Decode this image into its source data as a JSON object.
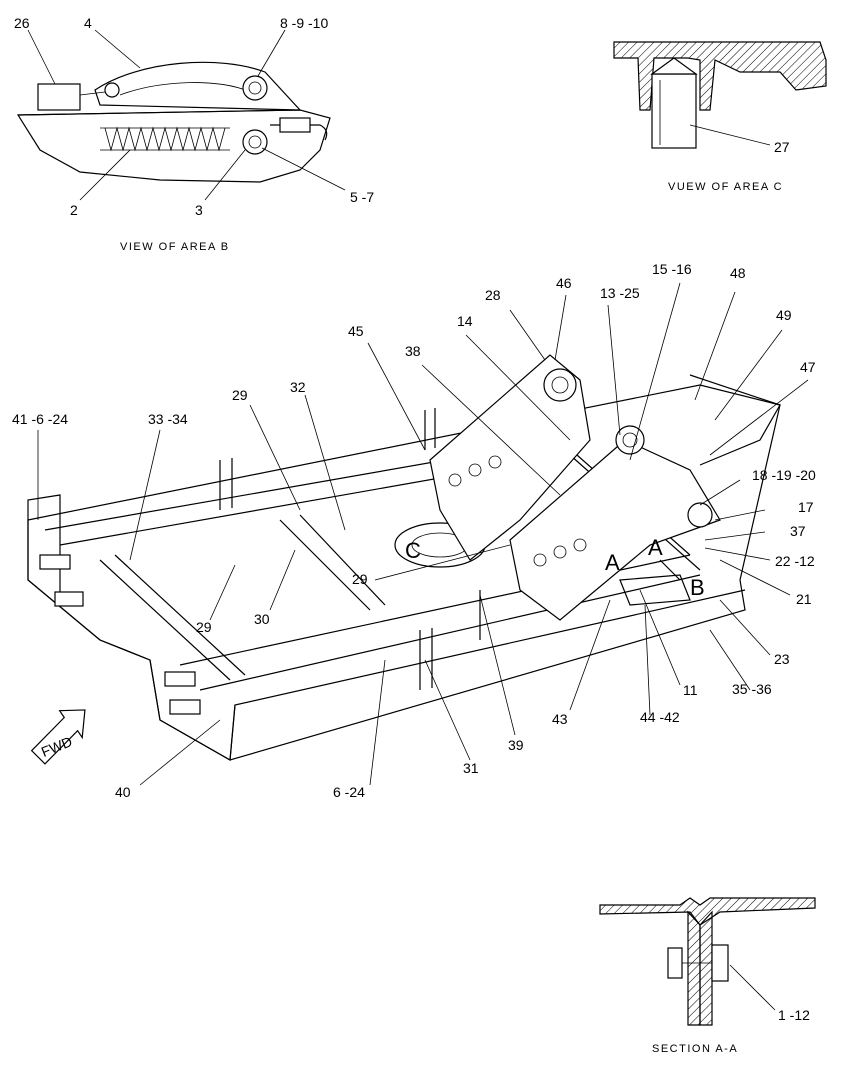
{
  "views": {
    "area_b": "VIEW OF AREA B",
    "area_c": "VUEW OF AREA C",
    "section_aa": "SECTION A-A"
  },
  "fwd": "FWD",
  "markers": {
    "a1": "A",
    "a2": "A",
    "b": "B",
    "c": "C"
  },
  "callouts": {
    "c26": "26",
    "c4": "4",
    "c8_9_10": "8 -9 -10",
    "c2": "2",
    "c3": "3",
    "c5_7": "5 -7",
    "c27": "27",
    "c28": "28",
    "c46": "46",
    "c13_25": "13 -25",
    "c15_16": "15 -16",
    "c48": "48",
    "c14": "14",
    "c45": "45",
    "c38": "38",
    "c49": "49",
    "c47": "47",
    "c41_6_24": "41 -6 -24",
    "c33_34": "33 -34",
    "c29a": "29",
    "c32": "32",
    "c18_19_20": "18 -19 -20",
    "c17": "17",
    "c37": "37",
    "c22_12": "22 -12",
    "c21": "21",
    "c29b": "29",
    "c29c": "29",
    "c30": "30",
    "c23": "23",
    "c35_36": "35 -36",
    "c11": "11",
    "c44_42": "44 -42",
    "c43": "43",
    "c39": "39",
    "c31": "31",
    "c6_24": "6 -24",
    "c40": "40",
    "c1_12": "1 -12"
  }
}
